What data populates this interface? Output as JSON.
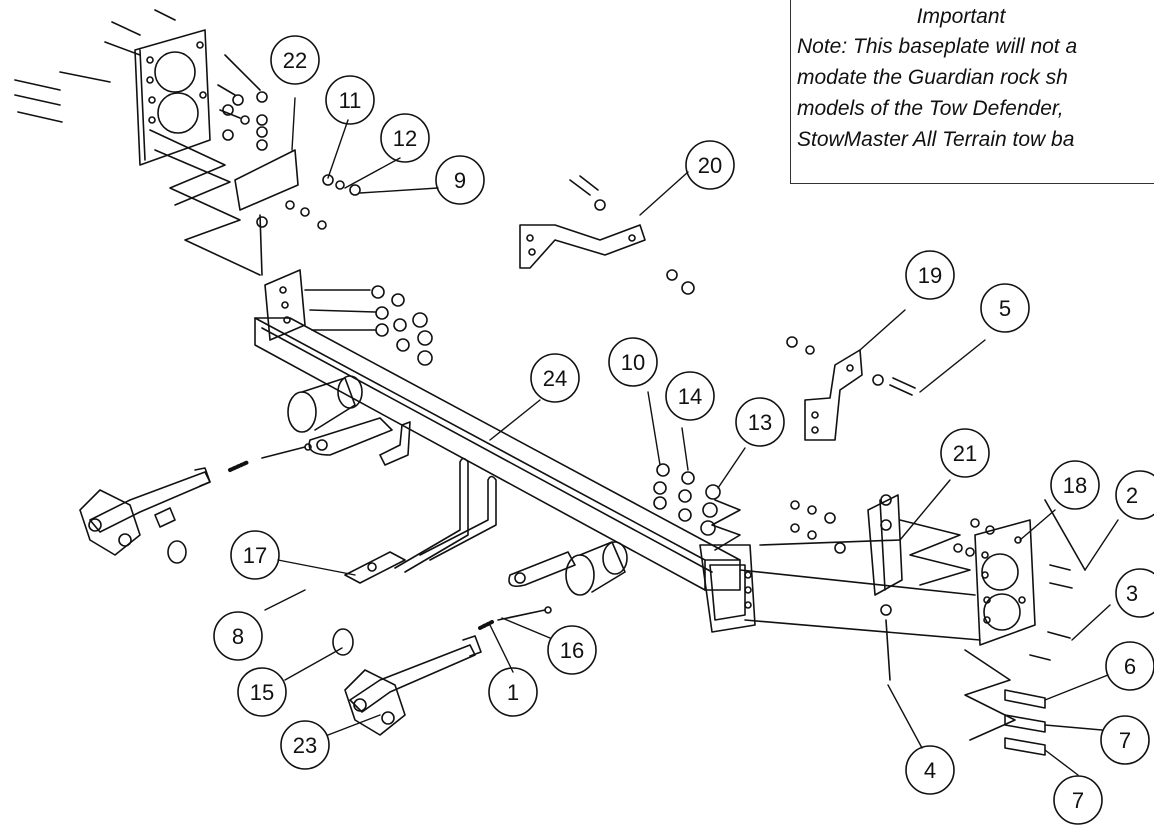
{
  "note": {
    "title": "Important",
    "lines": [
      "Note: This baseplate will not a",
      "modate the Guardian rock sh",
      "models of the Tow Defender,",
      "StowMaster All Terrain tow ba"
    ]
  },
  "callouts": {
    "c22": "22",
    "c11": "11",
    "c12": "12",
    "c9": "9",
    "c20": "20",
    "c19": "19",
    "c5": "5",
    "c24": "24",
    "c10": "10",
    "c14": "14",
    "c13": "13",
    "c21": "21",
    "c18": "18",
    "c2": "2",
    "c3": "3",
    "c17": "17",
    "c8": "8",
    "c16": "16",
    "c1": "1",
    "c15": "15",
    "c23": "23",
    "c4": "4",
    "c6": "6",
    "c7a": "7",
    "c7b": "7"
  }
}
